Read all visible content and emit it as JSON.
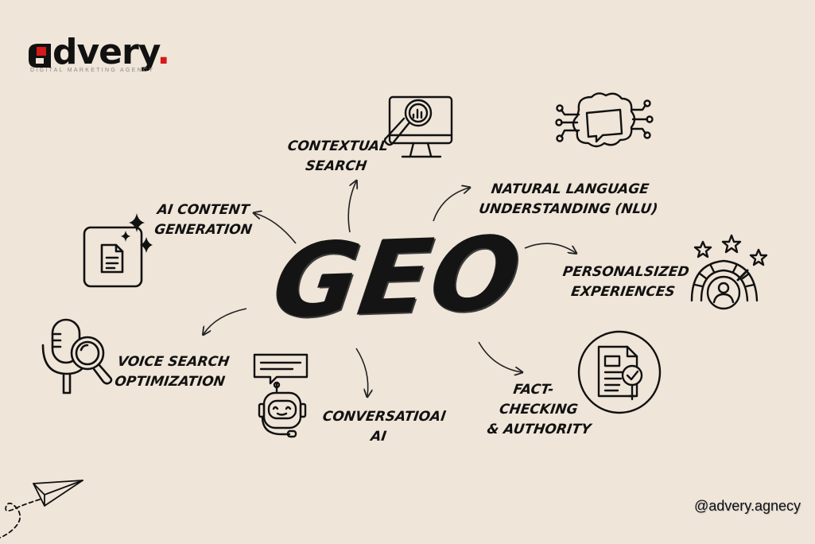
{
  "brand": {
    "logo_letters": "dvery",
    "logo_dot": ".",
    "tagline": "DIGITAL MARKETING AGENCY"
  },
  "center": {
    "title": "GEO"
  },
  "labels": {
    "contextual_search": [
      "CONTEXTUAL",
      "SEARCH"
    ],
    "nlu": [
      "NATURAL LANGUAGE",
      "UNDERSTANDING (NLU)"
    ],
    "ai_content": [
      "AI CONTENT",
      "GENERATION"
    ],
    "personalized": [
      "PERSONALSIZED",
      "EXPERIENCES"
    ],
    "voice_search": [
      "VOICE SEARCH",
      "OPTIMIZATION"
    ],
    "conversational": [
      "CONVERSATIOAl",
      "AI"
    ],
    "fact_checking": [
      "FACT-",
      "CHECKING",
      "& AUTHORITY"
    ]
  },
  "footer": {
    "handle": "@advery.agnecy"
  },
  "icons": [
    "monitor-analytics-icon",
    "brain-chat-icon",
    "document-sparkle-icon",
    "rating-gauge-icon",
    "microphone-search-icon",
    "chatbot-icon",
    "verified-document-icon",
    "paper-plane-icon"
  ],
  "colors": {
    "background": "#efe5d8",
    "ink": "#111111",
    "accent": "#d41a1a"
  }
}
